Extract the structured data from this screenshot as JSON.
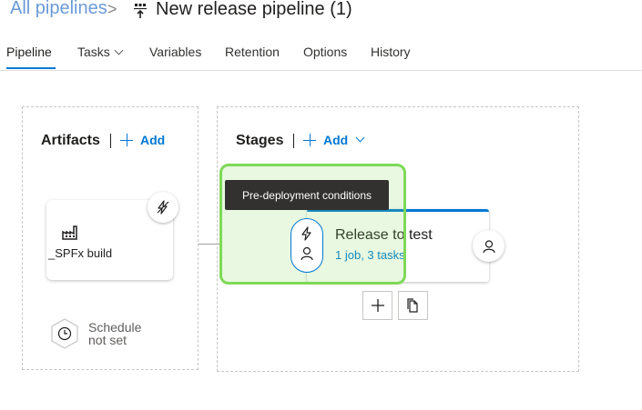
{
  "header": {
    "breadcrumb_root": "All pipelines",
    "breadcrumb_separator": ">",
    "pipeline_title": "New release pipeline (1)",
    "pipeline_icon": "release-pipeline-icon"
  },
  "tabs": [
    {
      "label": "Pipeline",
      "active": true
    },
    {
      "label": "Tasks",
      "has_dropdown": true
    },
    {
      "label": "Variables"
    },
    {
      "label": "Retention"
    },
    {
      "label": "Options"
    },
    {
      "label": "History"
    }
  ],
  "artifacts": {
    "title": "Artifacts",
    "add_label": "Add",
    "artifact_name": "_SPFx build",
    "artifact_icon": "build-factory-icon",
    "trigger_icon": "lightning-disabled-icon",
    "schedule_line1": "Schedule",
    "schedule_line2": "not set",
    "schedule_icon": "clock-icon"
  },
  "stages": {
    "title": "Stages",
    "add_label": "Add",
    "tooltip": "Pre-deployment conditions",
    "stage_name": "Release to test",
    "stage_summary": "1 job, 3 tasks",
    "accent": "#0078d4",
    "highlight": "#7ed957"
  }
}
